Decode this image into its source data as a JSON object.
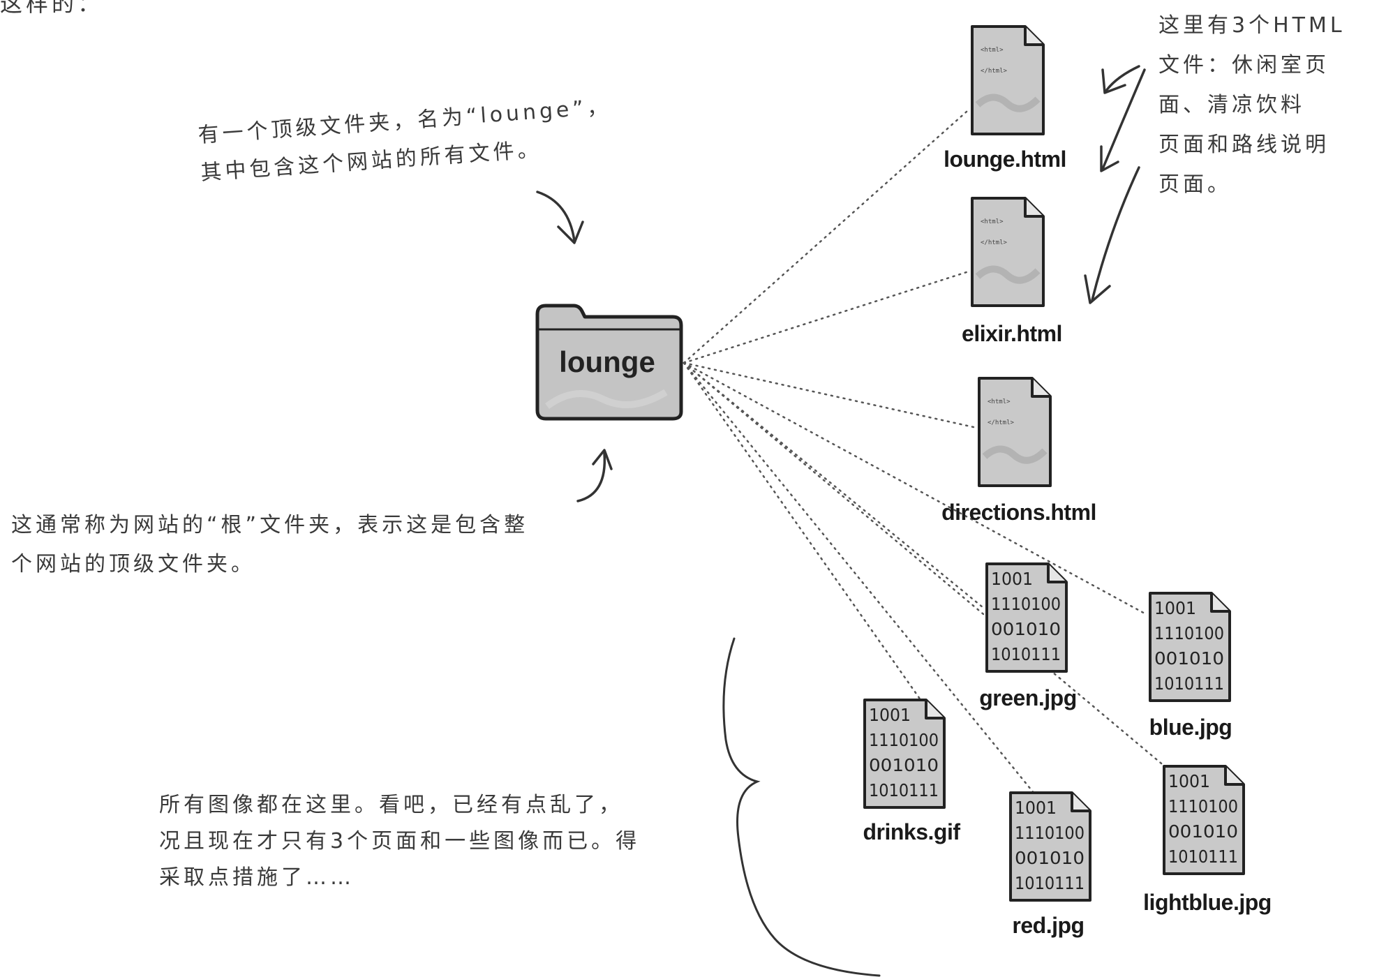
{
  "header_partial": "这样的：",
  "folder": {
    "name": "lounge"
  },
  "annotations": {
    "top_folder": [
      "有一个顶级文件夹，名为“lounge”，",
      "其中包含这个网站的所有文件。"
    ],
    "html_files": [
      "这里有3个HTML",
      "文件：休闲室页",
      "面、清凉饮料",
      "页面和路线说明",
      "页面。"
    ],
    "root": [
      "这通常称为网站的“根”文件夹，表示这是包含整",
      "个网站的顶级文件夹。"
    ],
    "images": [
      "所有图像都在这里。看吧，已经有点乱了，",
      "况且现在才只有3个页面和一些图像而已。得",
      "采取点措施了……"
    ]
  },
  "html_code_lines": [
    "<html>",
    "</html>"
  ],
  "binary_lines": [
    "1001",
    "1110100",
    "001010",
    "1010111"
  ],
  "files": [
    {
      "id": "lounge-html",
      "name": "lounge.html",
      "kind": "html"
    },
    {
      "id": "elixir-html",
      "name": "elixir.html",
      "kind": "html"
    },
    {
      "id": "directions-html",
      "name": "directions.html",
      "kind": "html"
    },
    {
      "id": "green-jpg",
      "name": "green.jpg",
      "kind": "image"
    },
    {
      "id": "blue-jpg",
      "name": "blue.jpg",
      "kind": "image"
    },
    {
      "id": "drinks-gif",
      "name": "drinks.gif",
      "kind": "image"
    },
    {
      "id": "red-jpg",
      "name": "red.jpg",
      "kind": "image"
    },
    {
      "id": "lightblue-jpg",
      "name": "lightblue.jpg",
      "kind": "image"
    }
  ],
  "colors": {
    "icon_fill": "#c9c9c9",
    "icon_stroke": "#2a2a2a",
    "connector": "#555555",
    "ink": "#333333"
  }
}
